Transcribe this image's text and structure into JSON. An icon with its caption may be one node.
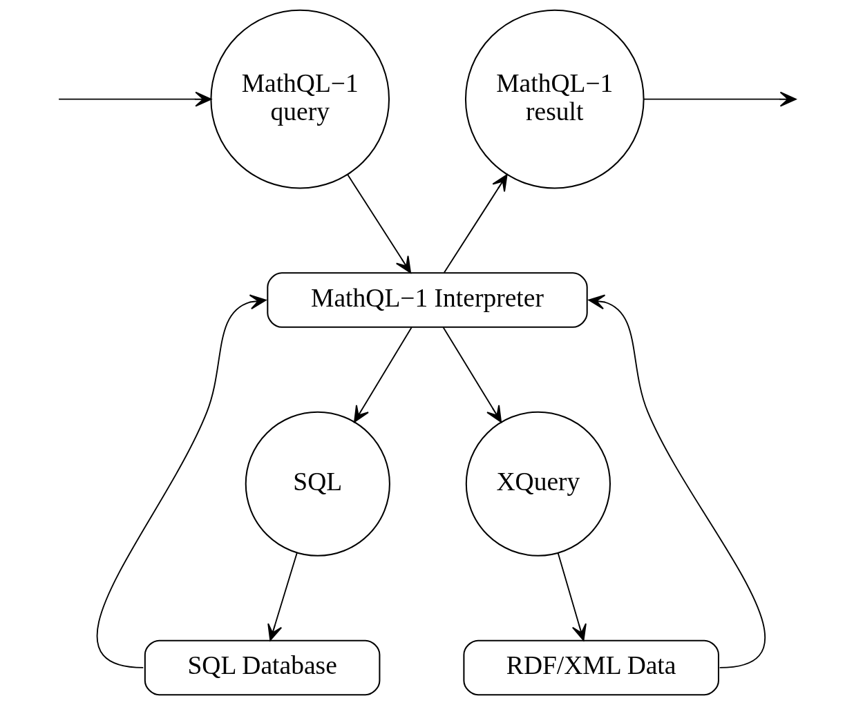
{
  "diagram": {
    "nodes": [
      {
        "text": [
          "MathQL−1 query"
        ]
      },
      {
        "text": [
          "MathQL−1 result"
        ]
      },
      {
        "text": [
          "MathQL−1 Interpreter"
        ]
      },
      {
        "text": [
          "SQL"
        ]
      },
      {
        "text": [
          "XQuery"
        ]
      },
      {
        "text": [
          "SQL Database"
        ]
      },
      {
        "text": [
          "RDF/XML Data"
        ]
      }
    ],
    "edges": [
      {
        "from": null,
        "to": 0,
        "arrow": "to"
      },
      {
        "from": 1,
        "to": null,
        "arrow": "to"
      },
      {
        "from": 0,
        "to": 2,
        "arrow": "to"
      },
      {
        "from": 2,
        "to": 1,
        "arrow": "to"
      },
      {
        "from": 2,
        "to": 3,
        "arrow": "to"
      },
      {
        "from": 2,
        "to": 4,
        "arrow": "to"
      },
      {
        "from": 3,
        "to": 5,
        "arrow": "to"
      },
      {
        "from": 4,
        "to": 6,
        "arrow": "to"
      },
      {
        "from": 5,
        "to": 2,
        "arrow": "to"
      },
      {
        "from": 6,
        "to": 2,
        "arrow": "to"
      }
    ]
  }
}
